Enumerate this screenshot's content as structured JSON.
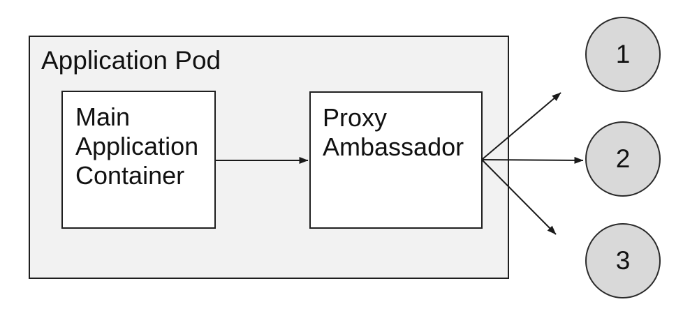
{
  "diagram": {
    "pod": {
      "label": "Application Pod"
    },
    "nodes": [
      {
        "id": "main-application-container",
        "label": "Main Application Container"
      },
      {
        "id": "proxy-ambassador",
        "label": "Proxy Ambassador"
      }
    ],
    "endpoints": [
      {
        "id": "endpoint-1",
        "label": "1"
      },
      {
        "id": "endpoint-2",
        "label": "2"
      },
      {
        "id": "endpoint-3",
        "label": "3"
      }
    ],
    "edges": [
      {
        "from": "main-application-container",
        "to": "proxy-ambassador"
      },
      {
        "from": "proxy-ambassador",
        "to": "endpoint-1"
      },
      {
        "from": "proxy-ambassador",
        "to": "endpoint-2"
      },
      {
        "from": "proxy-ambassador",
        "to": "endpoint-3"
      }
    ],
    "colors": {
      "background": "#ffffff",
      "pod_fill": "#f2f2f2",
      "node_fill": "#ffffff",
      "endpoint_fill": "#d9d9d9",
      "stroke": "#1a1a1a"
    }
  }
}
